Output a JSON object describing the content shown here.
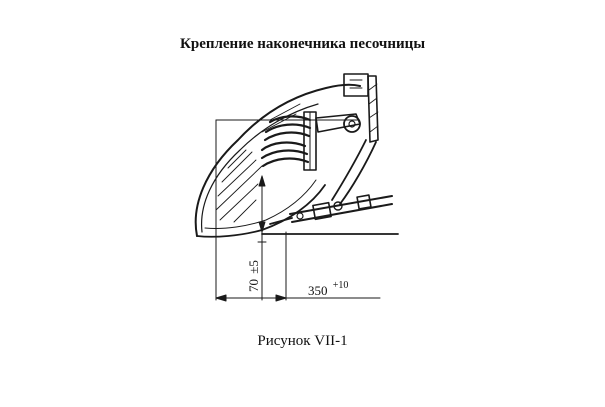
{
  "title": "Крепление наконечника песочницы",
  "caption": "Рисунок VII-1",
  "dimensions": {
    "vertical": {
      "value": "70",
      "tolerance": "±5"
    },
    "horizontal": {
      "value": "350",
      "tolerance": "+10"
    }
  },
  "colors": {
    "line": "#1a1a1a",
    "background": "#ffffff"
  }
}
